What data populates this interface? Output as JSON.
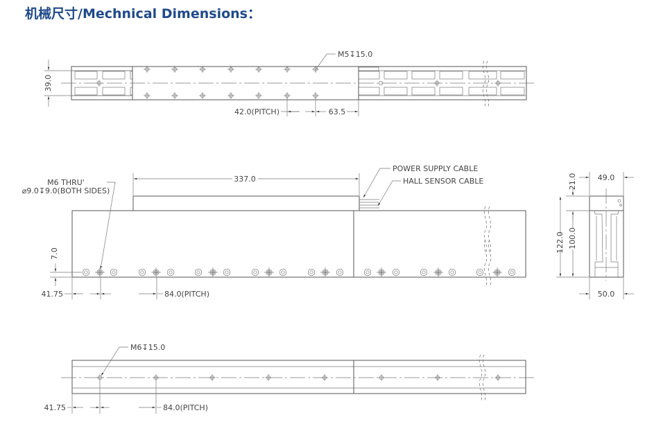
{
  "title": "机械尺寸/Mechnical Dimensions：",
  "top_view": {
    "height_dim": "39.0",
    "callout": "M5↧15.0",
    "pitch_dim": "42.0(PITCH)",
    "offset_dim": "63.5"
  },
  "side_view": {
    "carriage_length": "337.0",
    "hole_callout_line1": "M6 THRU'",
    "hole_callout_line2": "⌀9.0↧9.0(BOTH SIDES)",
    "power_cable": "POWER SUPPLY CABLE",
    "hall_cable": "HALL SENSOR CABLE",
    "hole_height_dim": "7.0",
    "first_hole_dim": "41.75",
    "pitch_dim": "84.0(PITCH)"
  },
  "end_view": {
    "top_width": "49.0",
    "carriage_height": "21.0",
    "total_height": "122.0",
    "base_height": "100.0",
    "base_width": "50.0"
  },
  "bottom_view": {
    "callout": "M6↧15.0",
    "first_hole_dim": "41.75",
    "pitch_dim": "84.0(PITCH)"
  }
}
